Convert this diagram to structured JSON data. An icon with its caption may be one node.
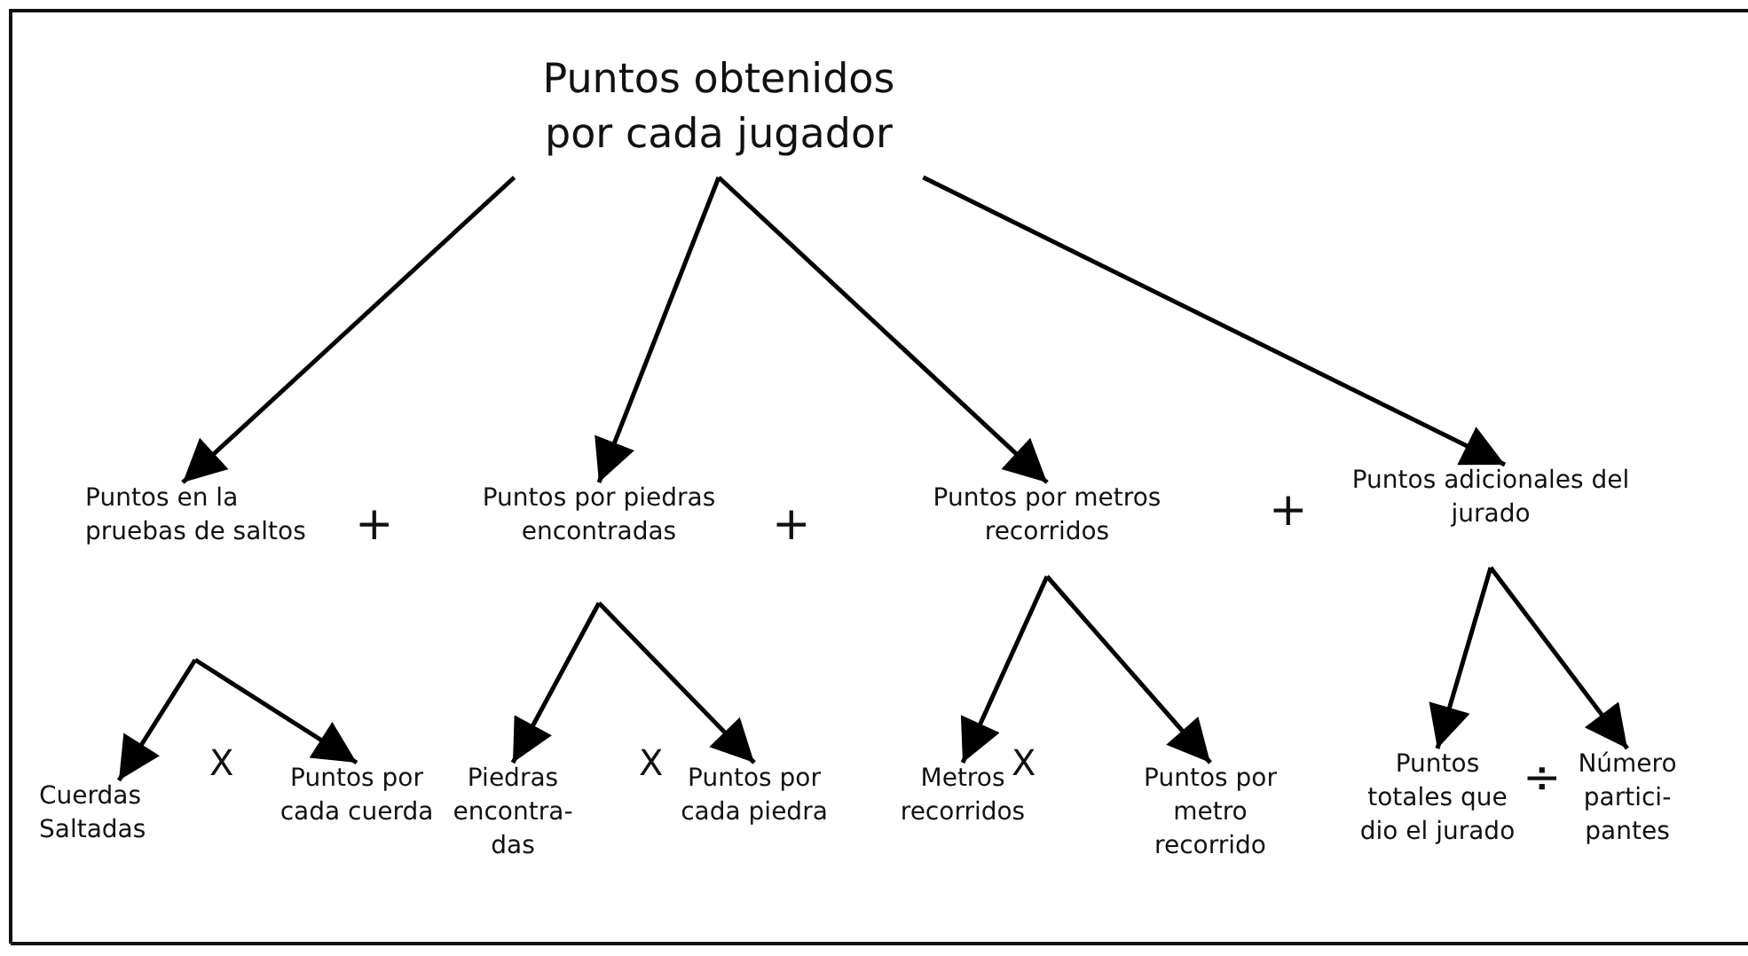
{
  "diagram": {
    "nodes": [
      {
        "text": [
          "Puntos obtenidos por cada jugador"
        ]
      },
      {
        "text": [
          "Puntos en la pruebas de saltos"
        ]
      },
      {
        "text": [
          "Puntos por piedras encontradas"
        ]
      },
      {
        "text": [
          "Puntos por metros recorridos"
        ]
      },
      {
        "text": [
          "Puntos adicionales del jurado"
        ]
      },
      {
        "text": [
          "Cuerdas Saltadas"
        ]
      },
      {
        "text": [
          "Puntos por cada cuerda"
        ]
      },
      {
        "text": [
          "Piedras encontra- das"
        ]
      },
      {
        "text": [
          "Puntos por cada piedra"
        ]
      },
      {
        "text": [
          "Metros recorridos"
        ]
      },
      {
        "text": [
          "Puntos por metro recorrido"
        ]
      },
      {
        "text": [
          "Puntos totales que dio el jurado"
        ]
      },
      {
        "text": [
          "Número partici- pantes"
        ]
      }
    ],
    "edges": [
      {
        "from": 0,
        "to": 1,
        "arrow": "to"
      },
      {
        "from": 0,
        "to": 2,
        "arrow": "to"
      },
      {
        "from": 0,
        "to": 3,
        "arrow": "to"
      },
      {
        "from": 0,
        "to": 4,
        "arrow": "to"
      },
      {
        "from": 1,
        "to": 5,
        "arrow": "to"
      },
      {
        "from": 1,
        "to": 6,
        "arrow": "to"
      },
      {
        "from": 2,
        "to": 7,
        "arrow": "to"
      },
      {
        "from": 2,
        "to": 8,
        "arrow": "to"
      },
      {
        "from": 3,
        "to": 9,
        "arrow": "to"
      },
      {
        "from": 3,
        "to": 10,
        "arrow": "to"
      },
      {
        "from": 4,
        "to": 11,
        "arrow": "to"
      },
      {
        "from": 4,
        "to": 12,
        "arrow": "to"
      }
    ],
    "labels": [
      "+",
      "+",
      "+",
      "X",
      "X",
      "X",
      "÷"
    ]
  }
}
